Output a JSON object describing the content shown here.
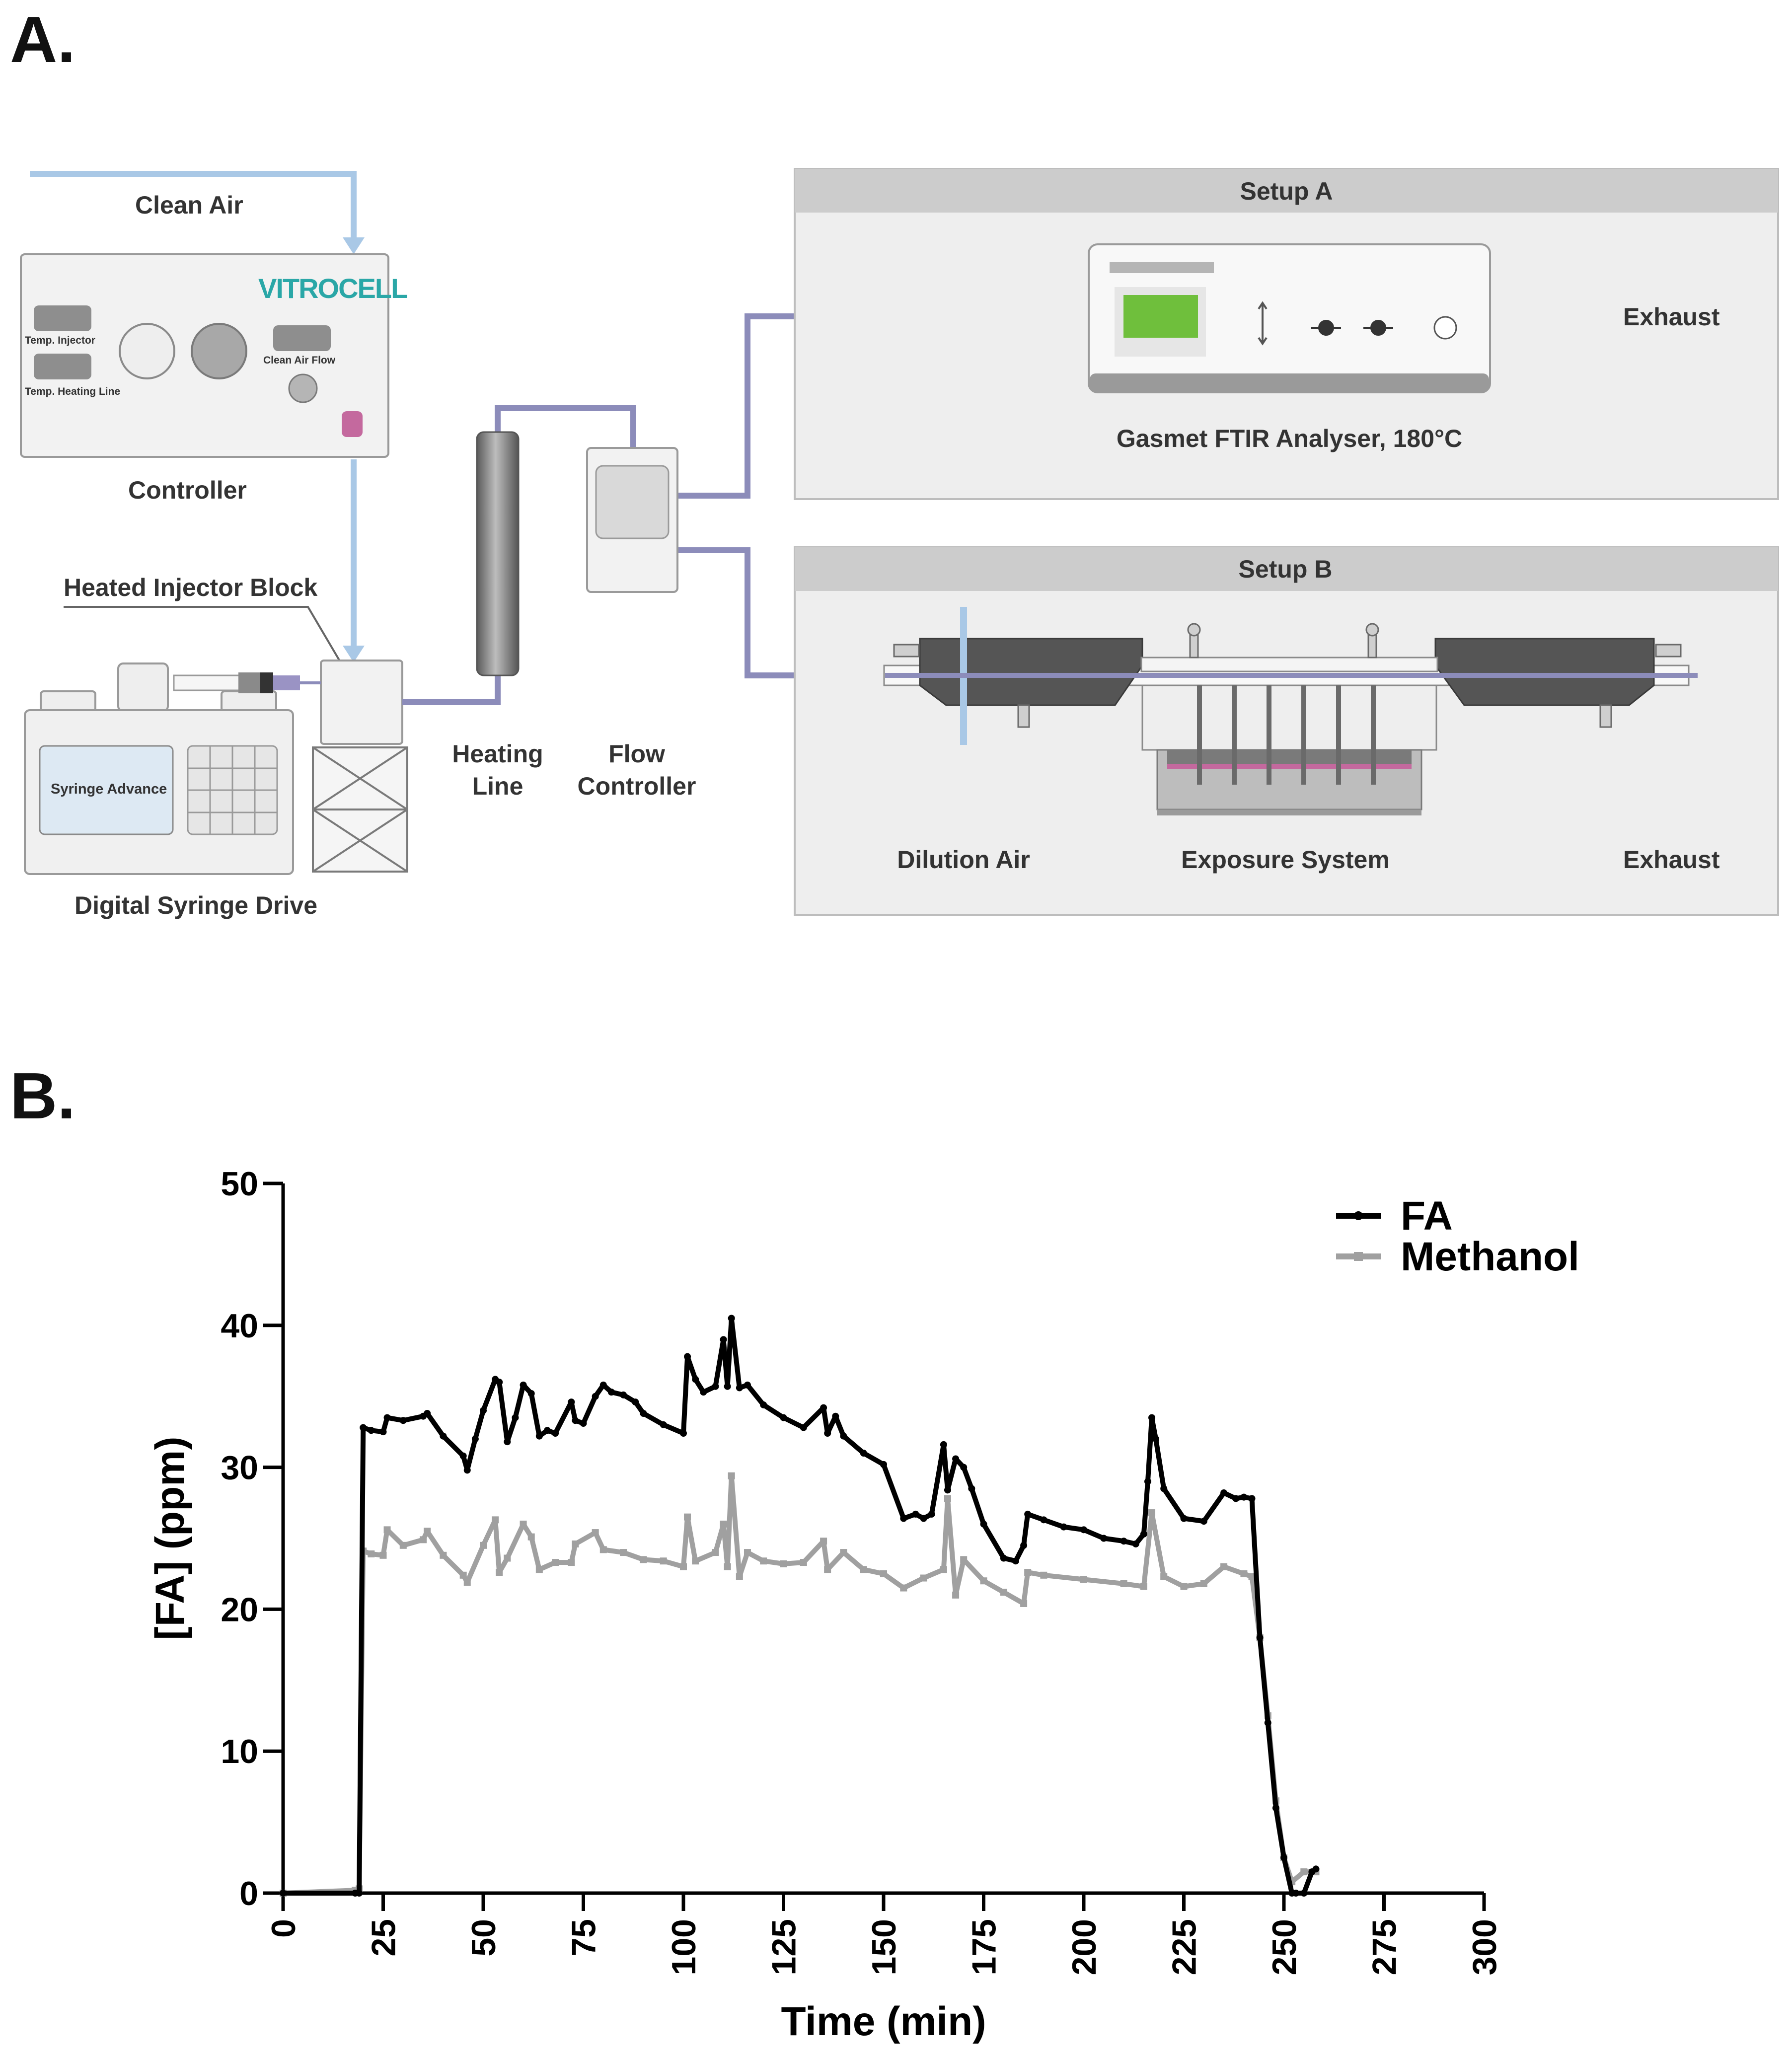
{
  "panel_a": {
    "letter": "A.",
    "labels": {
      "clean_air": "Clean Air",
      "controller": "Controller",
      "brand": "VITROCELL",
      "temp_injector": "Temp. Injector",
      "temp_heating_line": "Temp. Heating Line",
      "clean_air_flow": "Clean Air Flow",
      "heated_injector_block": "Heated Injector Block",
      "syringe_advance": "Syringe Advance",
      "digital_syringe_drive": "Digital Syringe Drive",
      "heating_line_1": "Heating",
      "heating_line_2": "Line",
      "flow_controller_1": "Flow",
      "flow_controller_2": "Controller",
      "setup_a": "Setup A",
      "exhaust_a": "Exhaust",
      "analyser": "Gasmet FTIR Analyser, 180°C",
      "setup_b": "Setup B",
      "dilution_air": "Dilution Air",
      "exposure_system": "Exposure System",
      "exhaust_b": "Exhaust"
    },
    "colors": {
      "clean_air_line": "#a9c8e6",
      "flow_line": "#8c8cba",
      "panel_bg": "#eeeeee",
      "header_bg": "#cccccc",
      "display_green": "#6fbf3c",
      "button_pink": "#c4699e"
    }
  },
  "panel_b": {
    "letter": "B."
  },
  "chart_data": {
    "type": "line",
    "xlabel": "Time (min)",
    "ylabel": "[FA] (ppm)",
    "xlim": [
      0,
      300
    ],
    "ylim": [
      0,
      50
    ],
    "xticks": [
      0,
      25,
      50,
      75,
      100,
      125,
      150,
      175,
      200,
      225,
      250,
      275,
      300
    ],
    "yticks": [
      0,
      10,
      20,
      30,
      40,
      50
    ],
    "grid": false,
    "legend": "top-right",
    "series": [
      {
        "name": "FA",
        "color": "#000000",
        "x": [
          0,
          18,
          19,
          20,
          22,
          25,
          26,
          30,
          35,
          36,
          40,
          45,
          46,
          48,
          50,
          53,
          54,
          56,
          58,
          60,
          62,
          64,
          66,
          68,
          72,
          73,
          75,
          78,
          80,
          82,
          85,
          88,
          90,
          95,
          100,
          101,
          103,
          105,
          108,
          110,
          111,
          112,
          114,
          116,
          120,
          125,
          130,
          135,
          136,
          138,
          140,
          145,
          150,
          155,
          158,
          160,
          162,
          165,
          166,
          168,
          170,
          172,
          175,
          180,
          183,
          185,
          186,
          190,
          195,
          200,
          205,
          210,
          213,
          215,
          216,
          217,
          218,
          220,
          225,
          230,
          235,
          238,
          240,
          242,
          244,
          246,
          248,
          250,
          252,
          253,
          255,
          257,
          258
        ],
        "y": [
          0,
          0,
          0,
          32.8,
          32.6,
          32.5,
          33.5,
          33.3,
          33.6,
          33.8,
          32.2,
          30.8,
          29.8,
          32.0,
          34.0,
          36.2,
          36.0,
          31.8,
          33.5,
          35.8,
          35.2,
          32.2,
          32.6,
          32.4,
          34.6,
          33.3,
          33.1,
          35.0,
          35.8,
          35.3,
          35.1,
          34.6,
          33.8,
          33.0,
          32.4,
          37.8,
          36.2,
          35.3,
          35.7,
          39.0,
          35.7,
          40.5,
          35.6,
          35.8,
          34.4,
          33.5,
          32.8,
          34.2,
          32.4,
          33.6,
          32.2,
          31.0,
          30.2,
          26.4,
          26.7,
          26.4,
          26.7,
          31.6,
          28.4,
          30.6,
          30.0,
          28.5,
          26.0,
          23.6,
          23.4,
          24.5,
          26.7,
          26.3,
          25.8,
          25.6,
          25.0,
          24.8,
          24.6,
          25.3,
          29.0,
          33.5,
          32.0,
          28.5,
          26.4,
          26.2,
          28.2,
          27.8,
          27.9,
          27.8,
          18.0,
          12.0,
          6.0,
          2.5,
          0,
          0,
          0,
          1.5,
          1.7
        ]
      },
      {
        "name": "Methanol",
        "color": "#a0a0a0",
        "x": [
          0,
          18,
          19,
          20,
          22,
          25,
          26,
          30,
          35,
          36,
          40,
          45,
          46,
          50,
          53,
          54,
          56,
          60,
          62,
          64,
          68,
          72,
          73,
          78,
          80,
          85,
          90,
          95,
          100,
          101,
          103,
          108,
          110,
          111,
          112,
          114,
          116,
          120,
          125,
          130,
          135,
          136,
          140,
          145,
          150,
          155,
          160,
          165,
          166,
          168,
          170,
          175,
          180,
          185,
          186,
          190,
          200,
          210,
          215,
          217,
          220,
          225,
          230,
          235,
          240,
          242,
          244,
          246,
          248,
          250,
          252,
          255,
          258
        ],
        "y": [
          0,
          0.2,
          0.3,
          24.1,
          23.9,
          23.8,
          25.6,
          24.5,
          24.9,
          25.5,
          23.8,
          22.4,
          21.9,
          24.5,
          26.3,
          22.6,
          23.6,
          26.0,
          25.1,
          22.8,
          23.3,
          23.3,
          24.6,
          25.4,
          24.2,
          24.0,
          23.5,
          23.4,
          23.0,
          26.5,
          23.4,
          24.0,
          26.0,
          23.0,
          29.4,
          22.3,
          24.0,
          23.4,
          23.2,
          23.3,
          24.8,
          22.8,
          24.0,
          22.8,
          22.5,
          21.5,
          22.2,
          22.8,
          27.8,
          21.0,
          23.5,
          22.0,
          21.2,
          20.4,
          22.6,
          22.4,
          22.1,
          21.8,
          21.6,
          26.8,
          22.3,
          21.6,
          21.8,
          23.0,
          22.5,
          22.3,
          18.0,
          12.5,
          6.5,
          2.5,
          0.8,
          1.5,
          1.5
        ]
      }
    ]
  }
}
